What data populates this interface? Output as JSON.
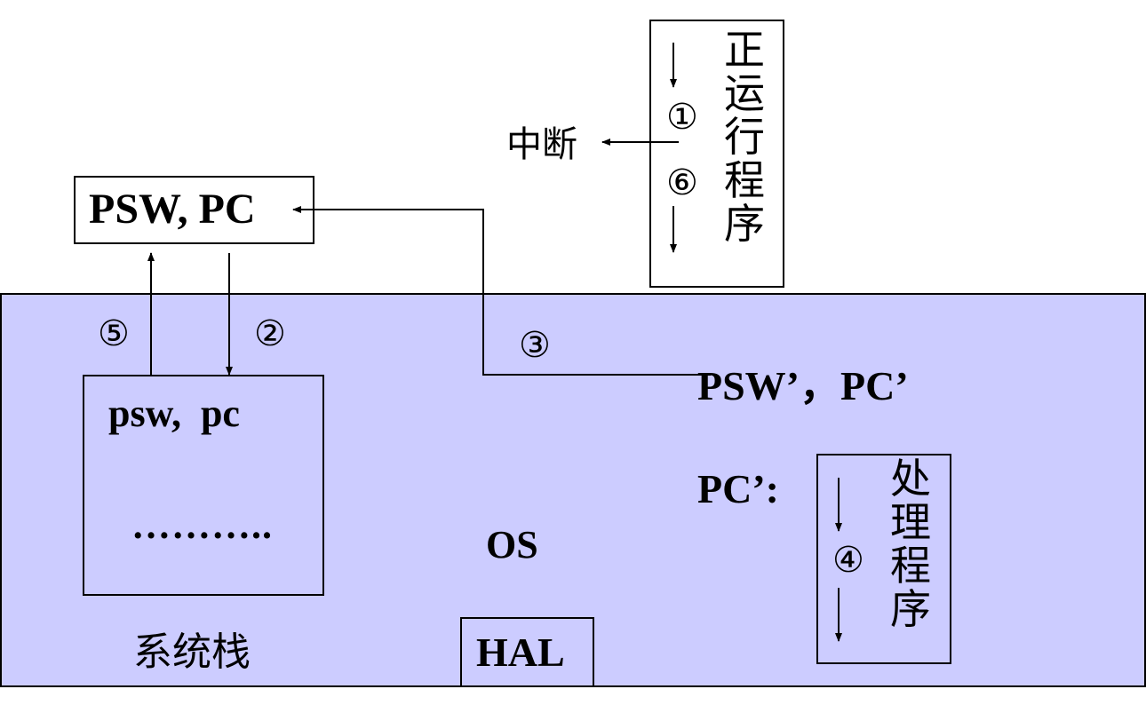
{
  "running_program": {
    "label": "正\n运\n行\n程\n序"
  },
  "interrupt": {
    "label": "中断"
  },
  "cpu_registers": {
    "label": "PSW, PC"
  },
  "system_stack": {
    "content_label": "psw,  pc",
    "ellipsis": "………..",
    "name": "系统栈"
  },
  "new_state": {
    "psw_pc_label": "PSW’，PC’",
    "pc_label": "PC’:"
  },
  "handler_program": {
    "label": "处\n理\n程\n序"
  },
  "os": {
    "label": "OS"
  },
  "hal": {
    "label": "HAL"
  },
  "steps": {
    "step1": "①",
    "step2": "②",
    "step3": "③",
    "step4": "④",
    "step5": "⑤",
    "step6": "⑥"
  },
  "colors": {
    "os_background": "#ccccff",
    "line": "#000000"
  }
}
